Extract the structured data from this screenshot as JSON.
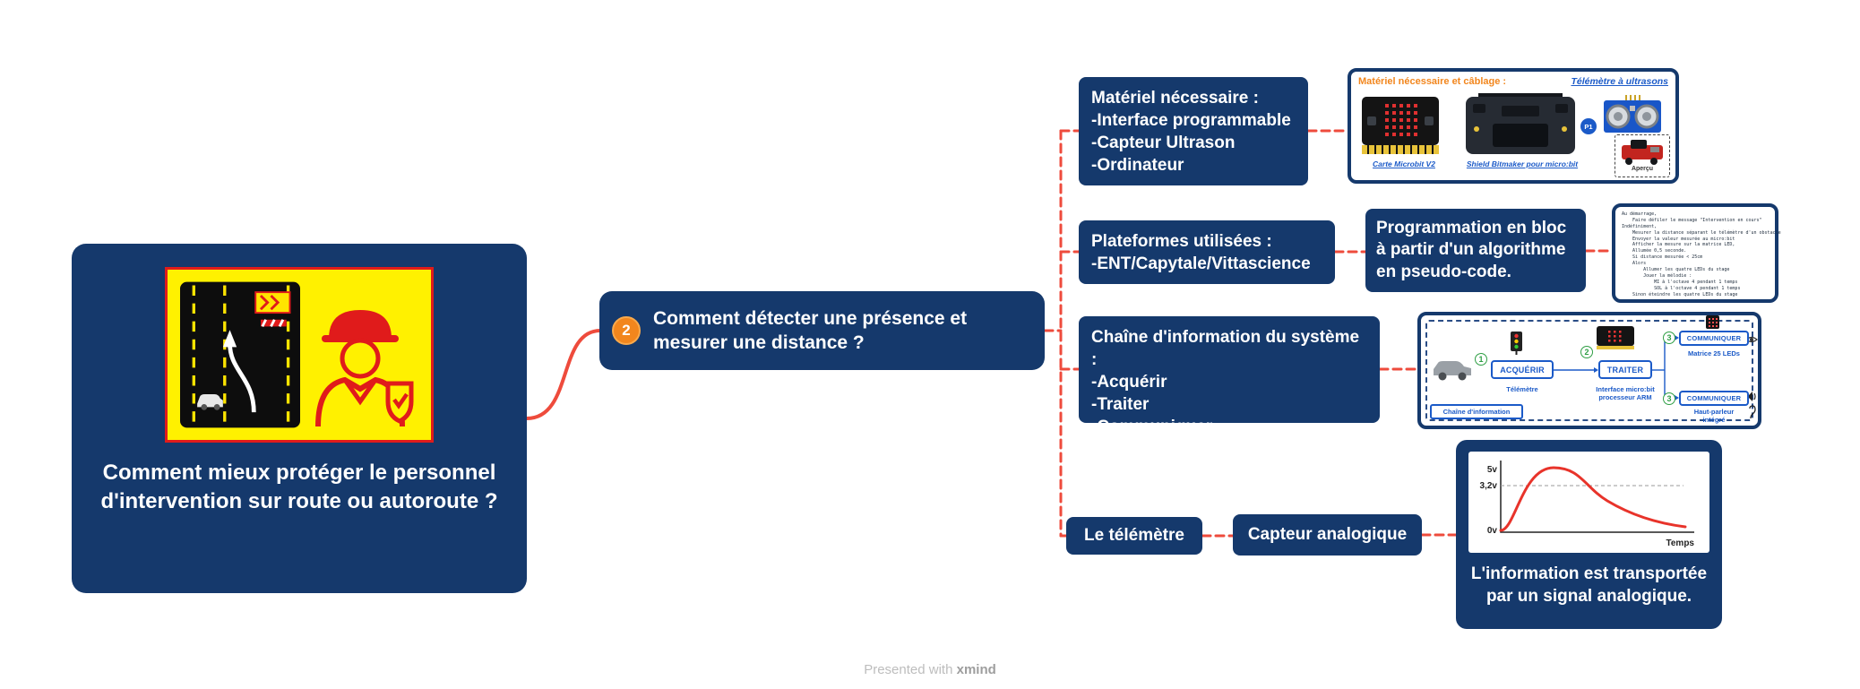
{
  "theme": {
    "navy": "#15396C",
    "connector_red": "#EE4B3C",
    "image_yellow": "#FFF100",
    "image_red_border": "#E01B1B",
    "badge_orange": "#F2861D",
    "link_blue": "#1B5AC8",
    "step_green": "#2E9E44"
  },
  "root": {
    "title": "Comment mieux protéger le personnel d'intervention sur route ou autoroute ?"
  },
  "central": {
    "badge": "2",
    "title": "Comment détecter une présence et mesurer une distance ?"
  },
  "branches": {
    "materiel": {
      "title": "Matériel nécessaire :",
      "lines": [
        "-Interface programmable",
        "-Capteur Ultrason",
        "-Ordinateur"
      ],
      "image": {
        "header": "Matériel nécessaire et câblage :",
        "sensor_label": "Télémètre à ultrasons",
        "board_caption": "Carte Microbit V2",
        "shield_caption": "Shield Bitmaker pour micro:bit",
        "port_label": "P1",
        "preview_label": "Aperçu"
      }
    },
    "plateformes": {
      "title": "Plateformes utilisées :",
      "lines": [
        "-ENT/Capytale/Vittascience"
      ],
      "child": "Programmation en bloc à partir d'un algorithme en pseudo-code.",
      "code_text": "Au démarrage,\n    Faire défiler le message \"Intervention en cours\"\nIndéfiniment,\n    Mesurer la distance séparant le télémètre d'un obstacle\n    Envoyer la valeur mesurée au micro:bit\n    Afficher la mesure sur la matrice LED,\n    Allumée 0,5 seconde.\n    Si distance mesurée < 25cm\n    Alors\n        Allumer les quatre LEDs du stage\n        Jouer la mélodie :\n            MI à l'octave 4 pendant 1 temps\n            SOL à l'octave 4 pendant 1 temps\n    Sinon éteindre les quatre LEDs du stage"
    },
    "chaine": {
      "title": "Chaîne d'information du système :",
      "lines": [
        "-Acquérir",
        "-Traiter",
        "-Communiquer"
      ],
      "image": {
        "steps": [
          "ACQUÉRIR",
          "TRAITER",
          "COMMUNIQUER",
          "COMMUNIQUER"
        ],
        "numbers": [
          "1",
          "2",
          "3",
          "3"
        ],
        "label_acquerir": "Télémètre",
        "label_traiter": "Interface micro:bit\nprocesseur ARM",
        "label_comm1": "Matrice 25 LEDs",
        "label_comm2": "Haut-parleur\nintégré",
        "footer": "Chaîne d'information"
      }
    },
    "telemetre": {
      "title": "Le télémètre",
      "child": "Capteur analogique",
      "graph": {
        "y_labels": [
          "5v",
          "3,2v",
          "0v"
        ],
        "x_label": "Temps"
      },
      "caption": "L'information est transportée par un signal analogique."
    }
  },
  "footer": {
    "prefix": "Presented with",
    "brand": "xmind"
  }
}
